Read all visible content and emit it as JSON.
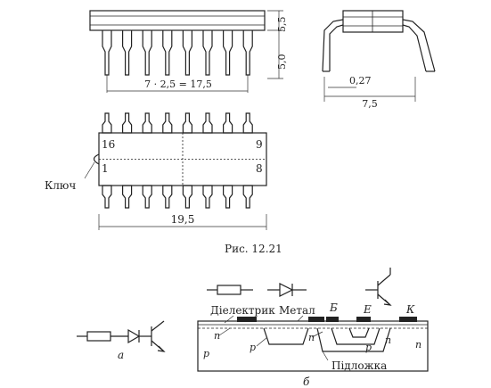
{
  "figure_top": {
    "dims": {
      "height_body": "5,5",
      "height_leads": "5,0",
      "pitch": "7 · 2,5 = 17,5",
      "lead_thickness": "0,27",
      "width_side": "7,5",
      "length_body": "19,5"
    },
    "pins": {
      "pin16": "16",
      "pin9": "9",
      "pin1": "1",
      "pin8": "8"
    },
    "key_label": "Ключ",
    "caption": "Рис. 12.21"
  },
  "figure_bottom": {
    "labels": {
      "dielectric": "Діелектрик",
      "metal": "Метал",
      "b": "Б",
      "e": "Е",
      "k": "К",
      "substrate": "Підложка"
    },
    "regions": {
      "n1": "n",
      "p1": "p",
      "n2": "n",
      "p2": "p",
      "n3": "n",
      "p3": "p",
      "n4": "n"
    },
    "subfig_a": "а",
    "subfig_b": "б"
  }
}
